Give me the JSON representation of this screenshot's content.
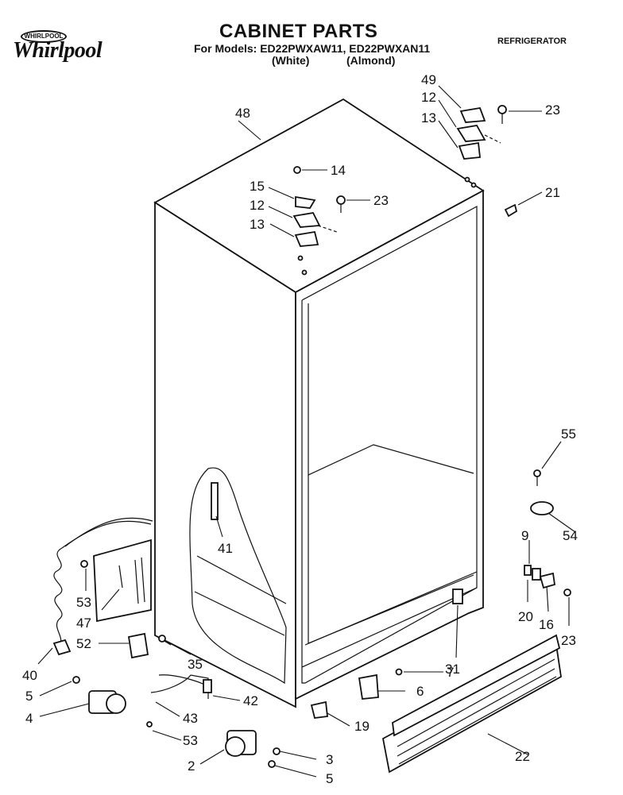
{
  "header": {
    "brand_badge": "WHIRLPOOL",
    "brand_logo": "Whirlpool",
    "title": "CABINET PARTS",
    "models": "For Models: ED22PWXAW11, ED22PWXAN11",
    "variant_white": "(White)",
    "variant_almond": "(Almond)",
    "category": "REFRIGERATOR"
  },
  "callouts": {
    "c48": "48",
    "c49": "49",
    "c12a": "12",
    "c13a": "13",
    "c23a": "23",
    "c14": "14",
    "c15": "15",
    "c12b": "12",
    "c13b": "13",
    "c23b": "23",
    "c21": "21",
    "c55": "55",
    "c54": "54",
    "c9": "9",
    "c20": "20",
    "c16": "16",
    "c23c": "23",
    "c41": "41",
    "c53a": "53",
    "c47": "47",
    "c52": "52",
    "c40": "40",
    "c35": "35",
    "c31": "31",
    "c5a": "5",
    "c4": "4",
    "c42": "42",
    "c43": "43",
    "c53b": "53",
    "c7": "7",
    "c6": "6",
    "c19": "19",
    "c22": "22",
    "c3": "3",
    "c2": "2",
    "c5b": "5"
  }
}
